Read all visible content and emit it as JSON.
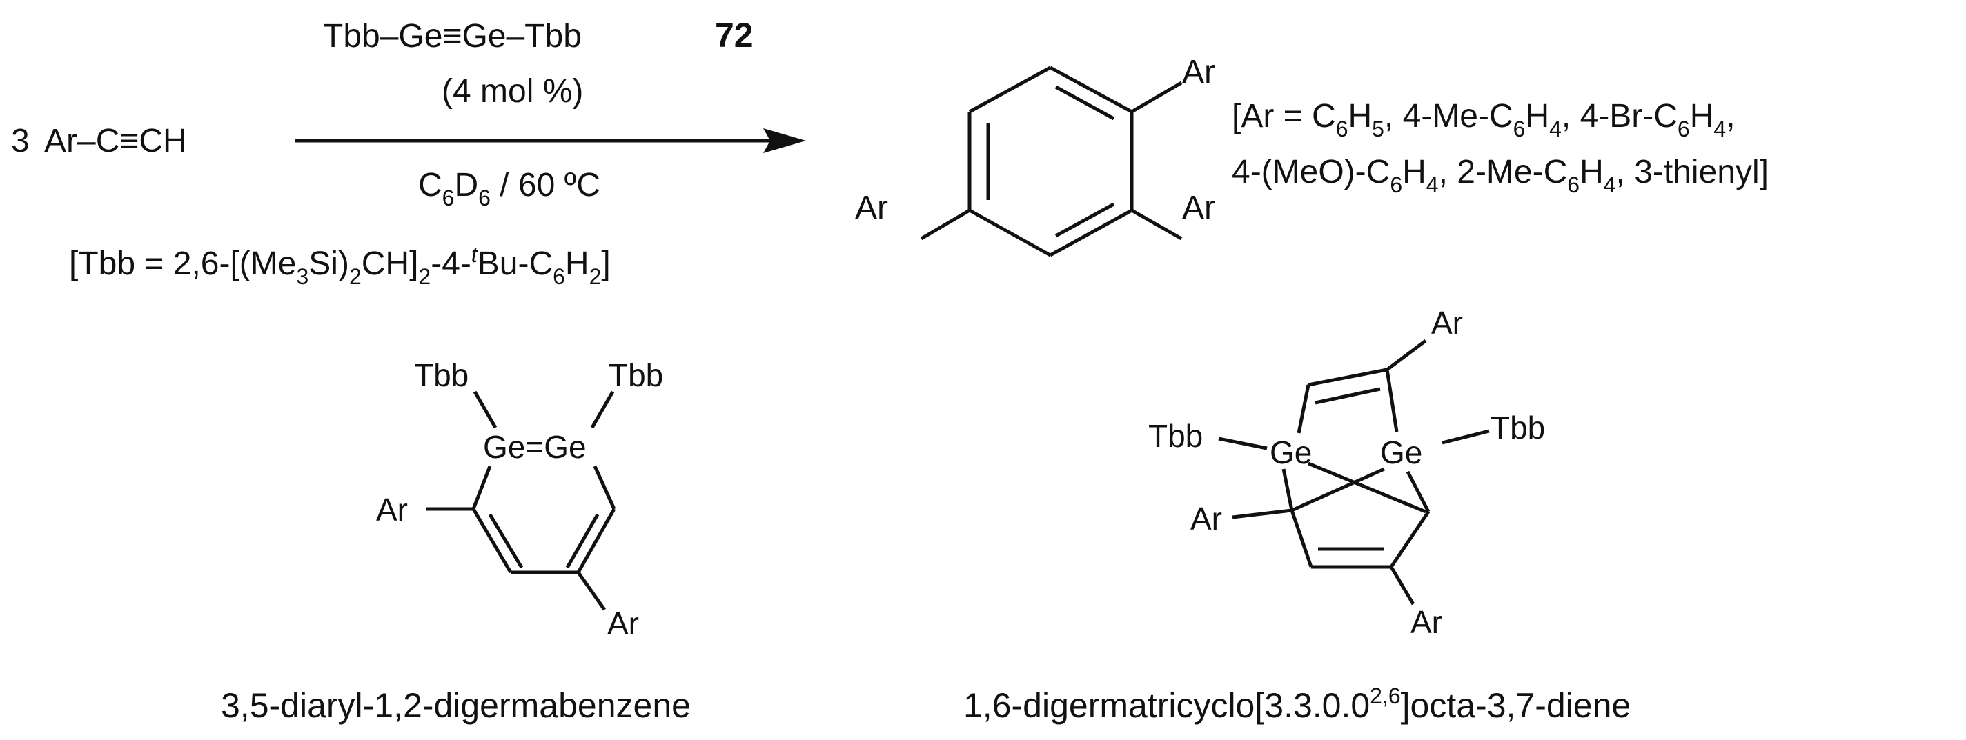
{
  "reaction": {
    "reactant": {
      "coefficient": "3",
      "formula": "Ar–C≡CH"
    },
    "catalyst": {
      "formula": "Tbb–Ge≡Ge–Tbb",
      "compound_number": "72",
      "loading": "(4 mol %)"
    },
    "conditions": {
      "solvent_c": "C",
      "solvent_c_sub": "6",
      "solvent_d": "D",
      "solvent_d_sub": "6",
      "temperature": " / 60 ºC"
    },
    "tbb_definition": {
      "part1": "[Tbb = 2,6-[(Me",
      "sub1": "3",
      "part2": "Si)",
      "sub2": "2",
      "part3": "CH]",
      "sub3": "2",
      "part4": "-4-",
      "sup_t": "t",
      "part5": "Bu-C",
      "sub4": "6",
      "part6": "H",
      "sub5": "2",
      "part7": "]"
    }
  },
  "product": {
    "substituent_label": "Ar",
    "ar_definition": {
      "line1": {
        "a": "[Ar = C",
        "a_sub": "6",
        "b": "H",
        "b_sub": "5",
        "c": ", 4-Me-C",
        "c_sub": "6",
        "d": "H",
        "d_sub": "4",
        "e": ", 4-Br-C",
        "e_sub": "6",
        "f": "H",
        "f_sub": "4",
        "g": ","
      },
      "line2": {
        "a": "4-(MeO)-C",
        "a_sub": "6",
        "b": "H",
        "b_sub": "4",
        "c": ", 2-Me-C",
        "c_sub": "6",
        "d": "H",
        "d_sub": "4",
        "e": ", 3-thienyl]"
      }
    }
  },
  "intermediates": {
    "digermabenzene": {
      "tbb_left": "Tbb",
      "tbb_right": "Tbb",
      "ge_ge": "Ge=Ge",
      "ar_left": "Ar",
      "ar_bottom": "Ar",
      "name": "3,5-diaryl-1,2-digermabenzene"
    },
    "tricyclooctadiene": {
      "tbb_left": "Tbb",
      "tbb_right": "Tbb",
      "ge_left": "Ge",
      "ge_right": "Ge",
      "ar_top": "Ar",
      "ar_left": "Ar",
      "ar_bottom": "Ar",
      "name_part1": "1,6-digermatricyclo[3.3.0.0",
      "name_sup": "2,6",
      "name_part2": "]octa-3,7-diene"
    }
  }
}
